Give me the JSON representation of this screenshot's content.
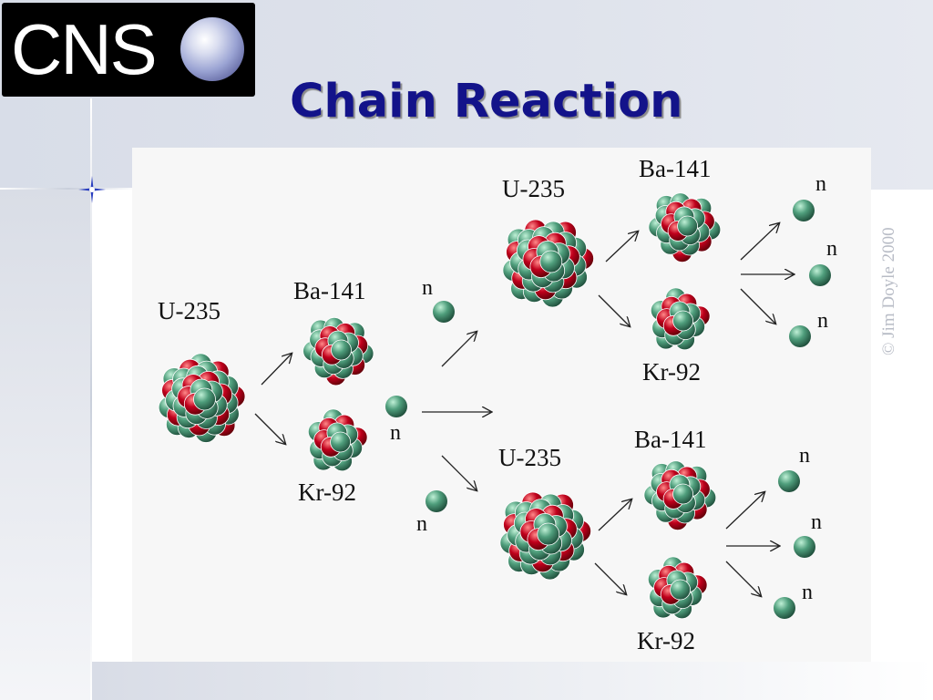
{
  "slide": {
    "title": "Chain Reaction",
    "logo_text": "CNS",
    "credit": "© Jim Doyle 2000"
  },
  "diagram": {
    "u235_label": "U-235",
    "ba141_label": "Ba-141",
    "kr92_label": "Kr-92",
    "neutron_label": "n"
  },
  "colors": {
    "title": "#13138a",
    "neutron": "#3c8a6a",
    "proton": "#b3001a",
    "panel": "#f7f7f7"
  }
}
